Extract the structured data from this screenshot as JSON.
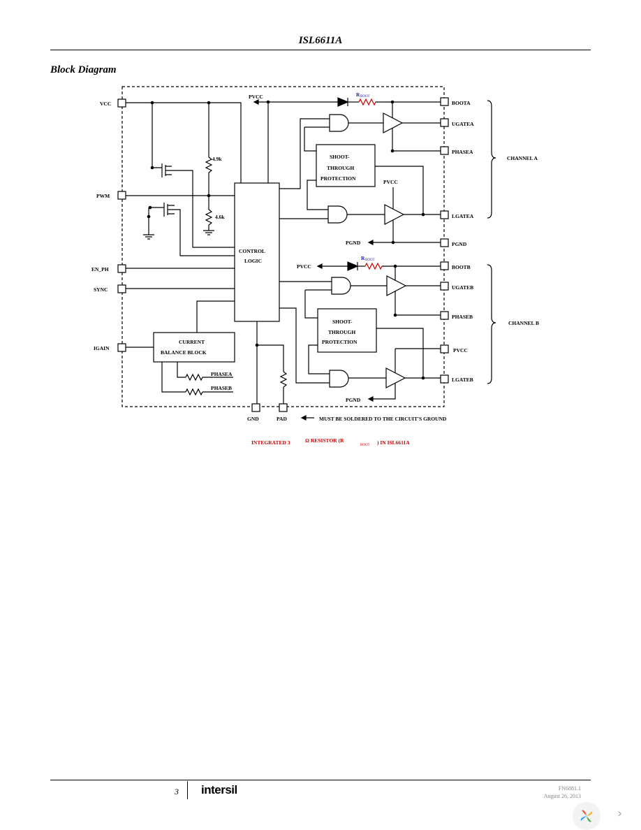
{
  "header": {
    "title": "ISL6611A"
  },
  "section": {
    "title": "Block Diagram"
  },
  "pins": {
    "vcc": "VCC",
    "pwm": "PWM",
    "en_ph": "EN_PH",
    "sync": "SYNC",
    "igain": "IGAIN",
    "boota": "BOOTA",
    "ugatea": "UGATEA",
    "phasea": "PHASEA",
    "lgatea": "LGATEA",
    "pgnd_a": "PGND",
    "bootb": "BOOTB",
    "ugateb": "UGATEB",
    "phaseb": "PHASEB",
    "pvcc_b": "PVCC",
    "lgateb": "LGATEB",
    "gnd": "GND",
    "pad": "PAD"
  },
  "labels": {
    "pvcc_top": "PVCC",
    "pvcc_a_inner": "PVCC",
    "pvcc_b_left": "PVCC",
    "pgnd_a_inner": "PGND",
    "pgnd_b_inner": "PGND",
    "r_top": "4.9k",
    "r_bottom": "4.6k",
    "rboot_a_main": "R",
    "rboot_a_sub": "BOOT",
    "rboot_b_main": "R",
    "rboot_b_sub": "BOOT",
    "control_1": "CONTROL",
    "control_2": "LOGIC",
    "shoot_a_1": "SHOOT-",
    "shoot_a_2": "THROUGH",
    "shoot_a_3": "PROTECTION",
    "shoot_b_1": "SHOOT-",
    "shoot_b_2": "THROUGH",
    "shoot_b_3": "PROTECTION",
    "current_1": "CURRENT",
    "current_2": "BALANCE BLOCK",
    "phasea_in": "PHASEA",
    "phaseb_in": "PHASEB",
    "channel_a": "CHANNEL A",
    "channel_b": "CHANNEL B",
    "pad_note": "MUST BE SOLDERED TO THE CIRCUIT'S GROUND",
    "integrated_1": "INTEGRATED 3",
    "integrated_2": "Ω RESISTOR (R",
    "integrated_sub": "BOOT",
    "integrated_3": ") IN ISL6611A"
  },
  "footer": {
    "page": "3",
    "logo": "intersil",
    "fn": "FN6881.1",
    "date": "August 26, 2013"
  },
  "colors": {
    "line": "#000000",
    "resistor_red": "#cc0000",
    "label_blue": "#1a1aa8",
    "note_red": "#cc0000"
  }
}
